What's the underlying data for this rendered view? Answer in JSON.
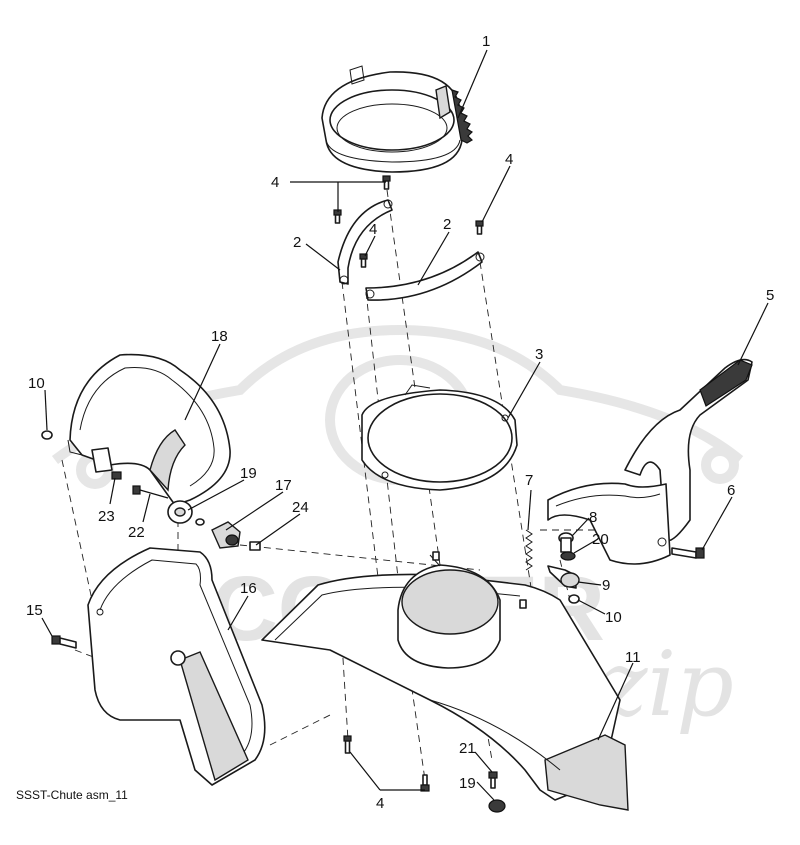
{
  "caption": "SSST-Chute asm_11",
  "watermark": {
    "main": "SCOOTER",
    "script": "zip"
  },
  "callouts": [
    {
      "id": "c1",
      "label": "1"
    },
    {
      "id": "c2a",
      "label": "2"
    },
    {
      "id": "c2b",
      "label": "2"
    },
    {
      "id": "c3",
      "label": "3"
    },
    {
      "id": "c4a",
      "label": "4"
    },
    {
      "id": "c4b",
      "label": "4"
    },
    {
      "id": "c4c",
      "label": "4"
    },
    {
      "id": "c4d",
      "label": "4"
    },
    {
      "id": "c5",
      "label": "5"
    },
    {
      "id": "c6",
      "label": "6"
    },
    {
      "id": "c7",
      "label": "7"
    },
    {
      "id": "c8",
      "label": "8"
    },
    {
      "id": "c9",
      "label": "9"
    },
    {
      "id": "c10a",
      "label": "10"
    },
    {
      "id": "c10b",
      "label": "10"
    },
    {
      "id": "c11",
      "label": "11"
    },
    {
      "id": "c15",
      "label": "15"
    },
    {
      "id": "c16",
      "label": "16"
    },
    {
      "id": "c17",
      "label": "17"
    },
    {
      "id": "c18",
      "label": "18"
    },
    {
      "id": "c19a",
      "label": "19"
    },
    {
      "id": "c19b",
      "label": "19"
    },
    {
      "id": "c20",
      "label": "20"
    },
    {
      "id": "c21",
      "label": "21"
    },
    {
      "id": "c22",
      "label": "22"
    },
    {
      "id": "c23",
      "label": "23"
    },
    {
      "id": "c24",
      "label": "24"
    }
  ]
}
